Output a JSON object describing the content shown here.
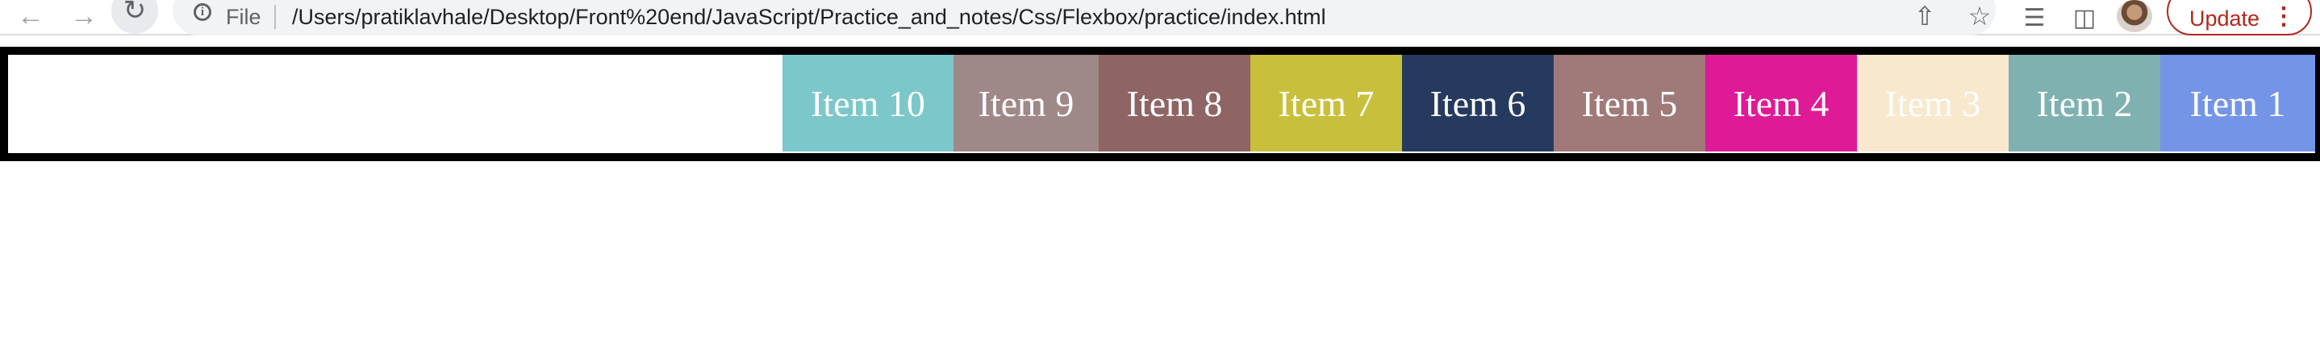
{
  "browser": {
    "scheme_label": "File",
    "url": "/Users/pratiklavhale/Desktop/Front%20end/JavaScript/Practice_and_notes/Css/Flexbox/practice/index.html",
    "update_label": "Update",
    "icons": {
      "back": "back-arrow-icon",
      "forward": "forward-arrow-icon",
      "reload": "reload-icon",
      "info": "info-icon",
      "share": "share-icon",
      "bookmark": "star-icon",
      "reading_list": "reading-list-icon",
      "side_panel": "side-panel-icon",
      "menu": "kebab-menu-icon"
    }
  },
  "page": {
    "items": [
      {
        "label": "Item 1",
        "color": "#7494e8"
      },
      {
        "label": "Item 2",
        "color": "#7fb1b1"
      },
      {
        "label": "Item 3",
        "color": "#f8e8cd"
      },
      {
        "label": "Item 4",
        "color": "#de1a97"
      },
      {
        "label": "Item 5",
        "color": "#a07979"
      },
      {
        "label": "Item 6",
        "color": "#253a5e"
      },
      {
        "label": "Item 7",
        "color": "#c8c03c"
      },
      {
        "label": "Item 8",
        "color": "#8f6464"
      },
      {
        "label": "Item 9",
        "color": "#9f8888"
      },
      {
        "label": "Item 10",
        "color": "#7cc7c9"
      }
    ]
  }
}
